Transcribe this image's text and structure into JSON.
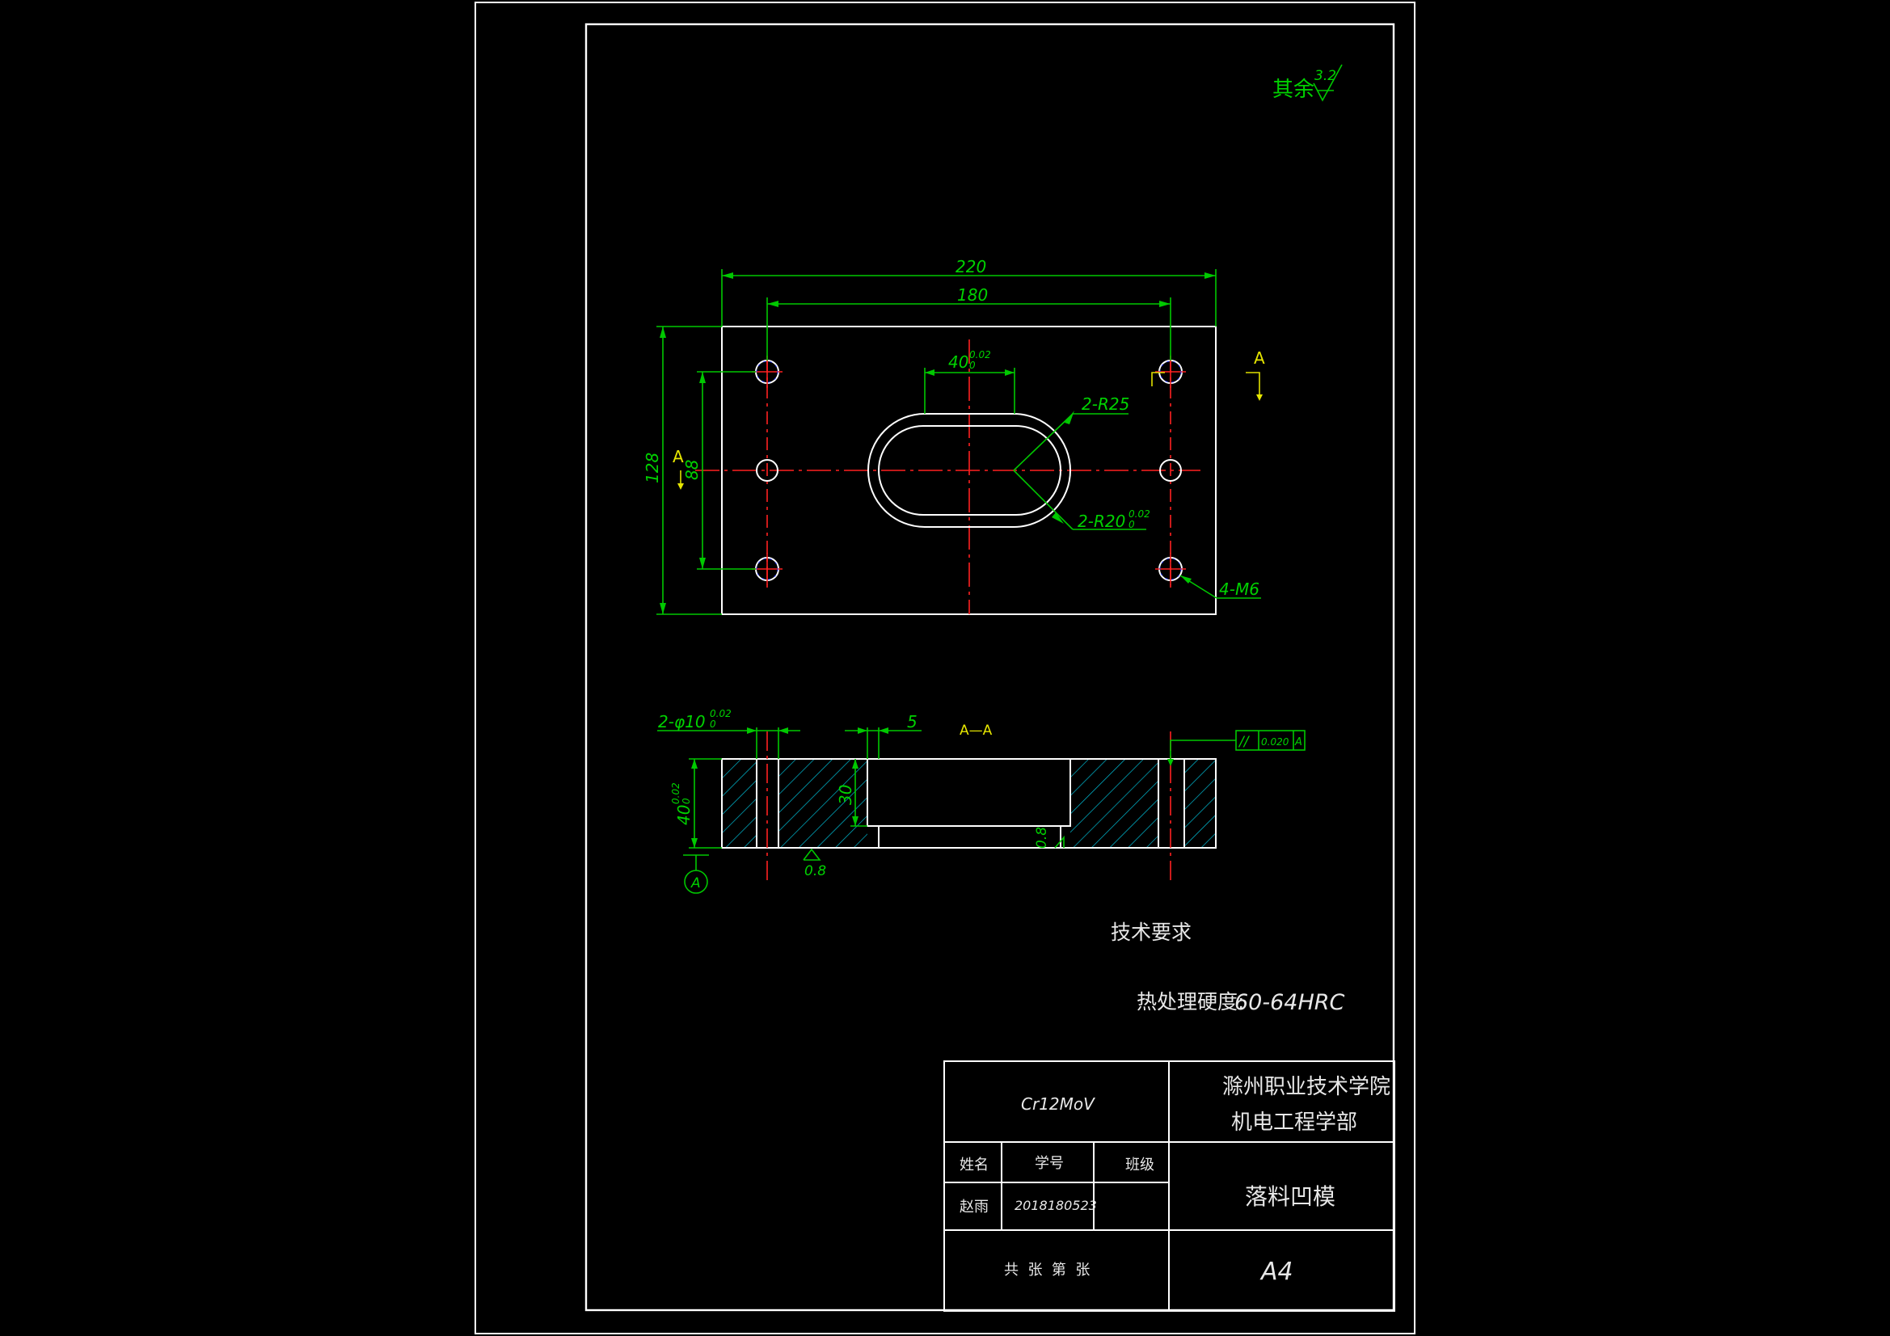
{
  "roughness": {
    "label": "其余",
    "value": "3.2"
  },
  "top_view": {
    "dims": {
      "width_220": "220",
      "width_180": "180",
      "slot_40": "40",
      "slot_40_tol": "0.02",
      "slot_40_tol_low": "0",
      "r25": "2-R25",
      "r20": "2-R20",
      "r20_tol": "0.02",
      "r20_tol_low": "0",
      "m6": "4-M6",
      "height_128": "128",
      "height_88": "88"
    },
    "section_mark": "A"
  },
  "section_view": {
    "title": "A—A",
    "dims": {
      "phi10": "2-φ10",
      "phi10_tol": "0.02",
      "phi10_tol_low": "0",
      "dim5": "5",
      "depth30": "30",
      "thk40": "40",
      "thk40_tol": "0.02",
      "thk40_tol_low": "0",
      "rough1": "0.8",
      "rough2": "0.8"
    },
    "tolerance_frame": {
      "symbol": "//",
      "value": "0.020",
      "datum": "A"
    },
    "datum_label": "A"
  },
  "notes": {
    "title": "技术要求",
    "hardness_label": "热处理硬度:",
    "hardness_value": "60-64HRC"
  },
  "title_block": {
    "material": "Cr12MoV",
    "school": "滁州职业技术学院",
    "department": "机电工程学部",
    "h_name": "姓名",
    "h_id": "学号",
    "h_class": "班级",
    "student_name": "赵雨",
    "student_id": "2018180523",
    "class": "",
    "part_name": "落料凹模",
    "sheets": "共  张  第  张",
    "paper": "A4"
  },
  "colors": {
    "outline": "#ffffff",
    "dimension": "#00c800",
    "center": "#ff2020",
    "hatch": "#00bcd4",
    "section": "#e6e600"
  }
}
